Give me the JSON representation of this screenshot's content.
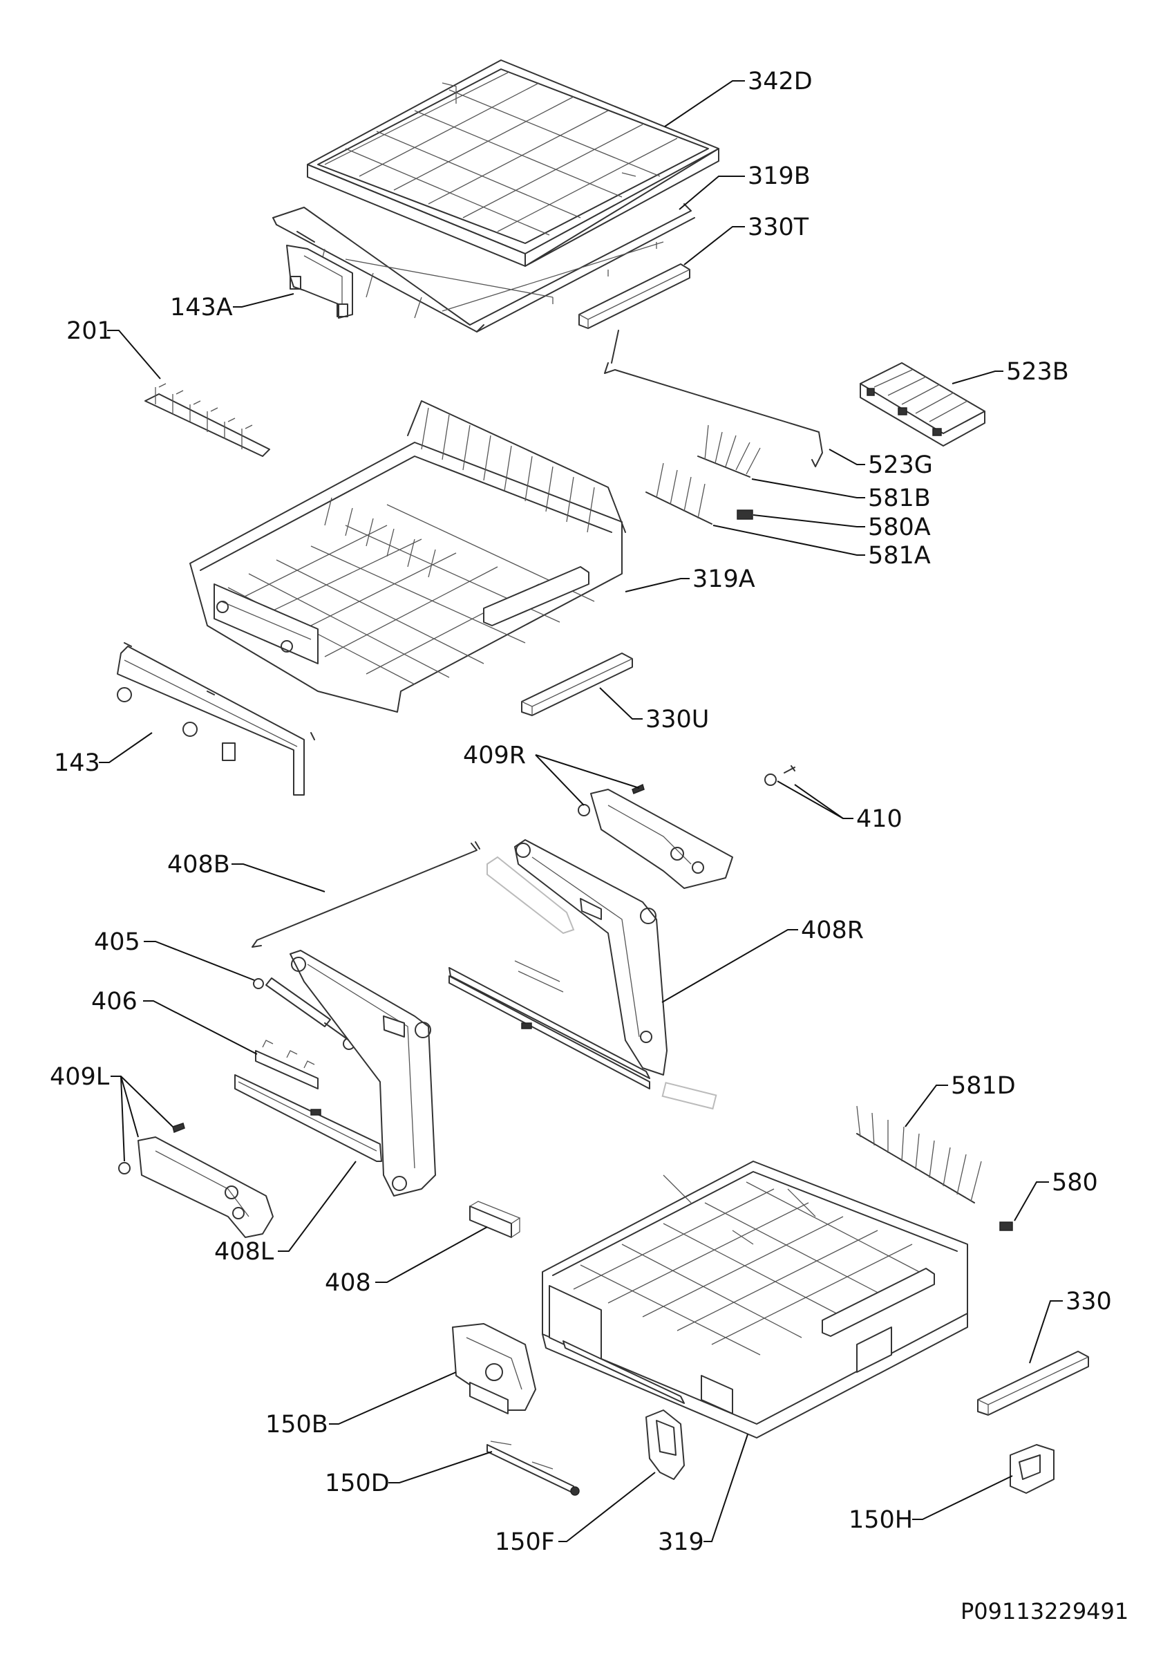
{
  "document_code": "P09113229491",
  "callouts": {
    "c342D": "342D",
    "c319B": "319B",
    "c330T": "330T",
    "c143A": "143A",
    "c201": "201",
    "c523B": "523B",
    "c523G": "523G",
    "c581B": "581B",
    "c580A": "580A",
    "c581A": "581A",
    "c319A": "319A",
    "c330U": "330U",
    "c143": "143",
    "c409R": "409R",
    "c410": "410",
    "c408B": "408B",
    "c408R": "408R",
    "c405": "405",
    "c406": "406",
    "c409L": "409L",
    "c581D": "581D",
    "c580": "580",
    "c408L": "408L",
    "c408": "408",
    "c330": "330",
    "c150B": "150B",
    "c150D": "150D",
    "c150F": "150F",
    "c319": "319",
    "c150H": "150H"
  }
}
